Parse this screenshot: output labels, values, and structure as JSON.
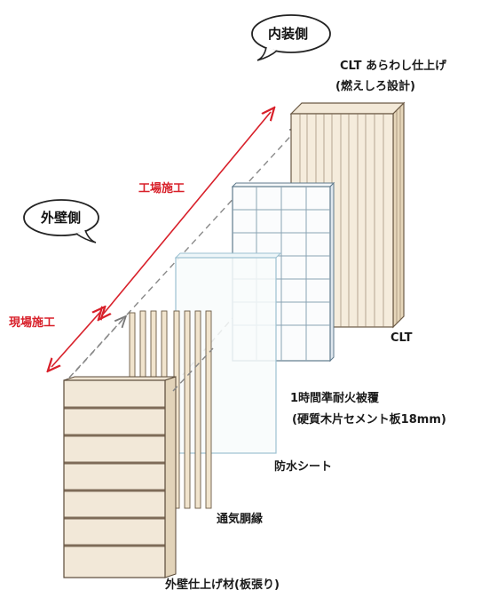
{
  "bubbles": {
    "interior": "内装側",
    "exterior": "外壁側"
  },
  "arrows": {
    "factory": "工場施工",
    "site": "現場施工"
  },
  "layers": {
    "clt_finish_line1": "CLT あらわし仕上げ",
    "clt_finish_line2": "(燃えしろ設計)",
    "clt": "CLT",
    "fire_board_line1": "1時間準耐火被覆",
    "fire_board_line2": "(硬質木片セメント板18mm)",
    "waterproof": "防水シート",
    "furring": "通気胴縁",
    "exterior_finish": "外壁仕上げ材(板張り)"
  },
  "colors": {
    "accent_red": "#d8202a",
    "wood": "#efe2cc",
    "board_grid": "#8aa3b4",
    "sheet": "#b7d3df"
  }
}
